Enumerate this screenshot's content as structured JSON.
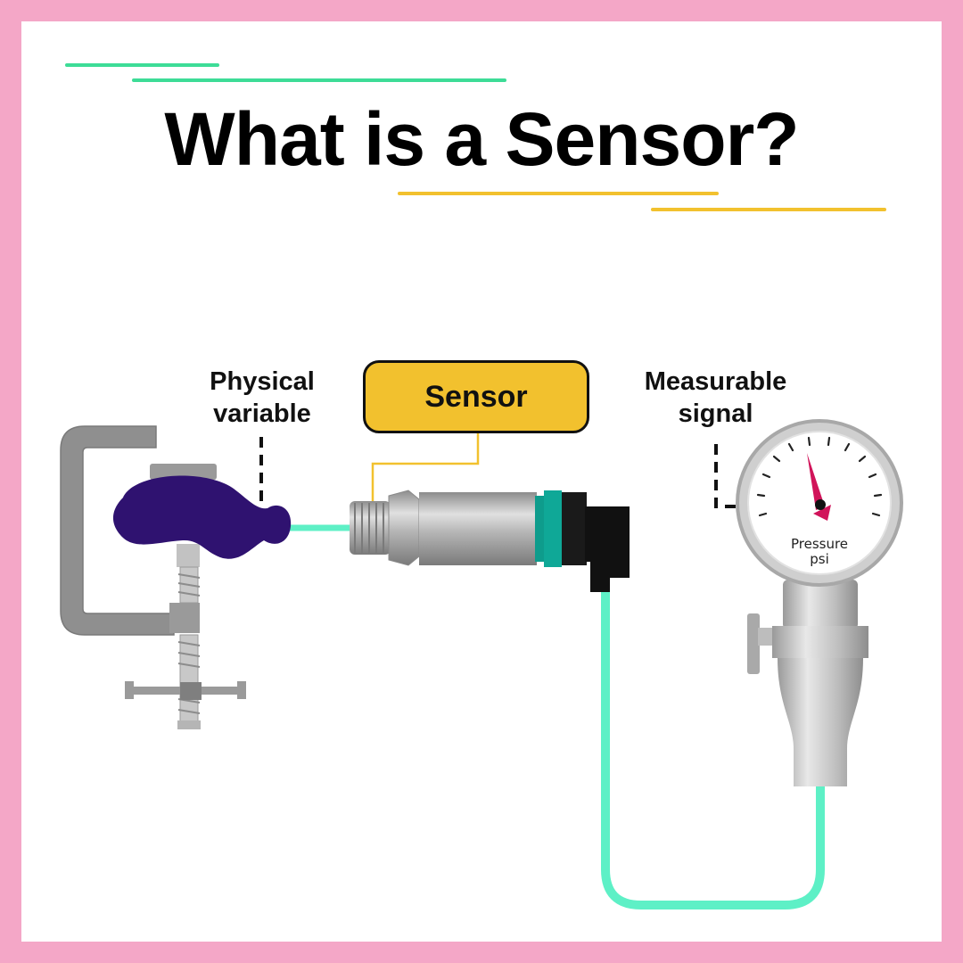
{
  "title": "What is a Sensor?",
  "labels": {
    "physical_variable": [
      "Physical",
      "variable"
    ],
    "sensor": "Sensor",
    "measurable_signal": [
      "Measurable",
      "signal"
    ]
  },
  "gauge": {
    "line1": "Pressure",
    "line2": "psi"
  },
  "colors": {
    "frame": "#f4a7c7",
    "green_accent": "#3ddc97",
    "yellow_accent": "#f2c12e",
    "sensor_label_fill": "#f2c12e",
    "tube": "#5ef0c6",
    "physical_blob": "#2f1270",
    "gauge_needle": "#d1145a"
  },
  "icons": {
    "clamp": "c-clamp-icon",
    "sensor_device": "pressure-transducer-icon",
    "gauge": "pressure-gauge-icon"
  }
}
